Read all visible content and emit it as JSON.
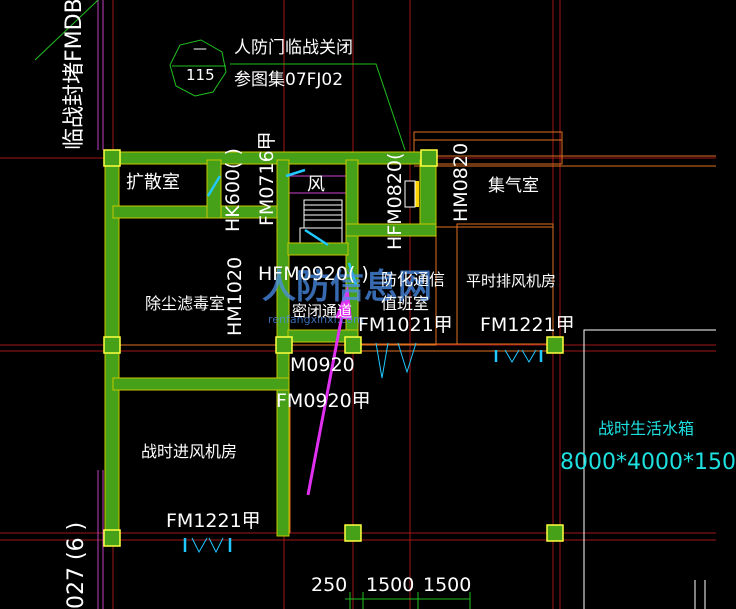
{
  "callout": {
    "hex_top": "—",
    "hex_bottom": "115",
    "line1": "人防门临战关闭",
    "line2": "参图集07FJ02"
  },
  "left_vertical": {
    "top": "临战封堵FMDB",
    "bottom": "027 (6 )"
  },
  "rooms": {
    "expansion": "扩散室",
    "wind": "风",
    "gas": "集气室",
    "decon": "除尘滤毒室",
    "comm_line1": "防化通信",
    "comm_line2": "值班室",
    "exhaust": "平时排风机房",
    "airlock": "密闭通道",
    "intake": "战时进风机房",
    "tank": "战时生活水箱"
  },
  "doors": {
    "hk600": "HK600(   )",
    "fm0716": "FM0716甲",
    "hfm0820": "HFM0820(",
    "hm0820": "HM0820",
    "hfm0920": "HFM0920(   )",
    "hm1020": "HM1020",
    "fm1021": "FM1021甲",
    "fm1221_right": "FM1221甲",
    "m0920": "M0920",
    "fm0920": "FM0920甲",
    "fm1221_bottom": "FM1221甲"
  },
  "tank_size": "8000*4000*150",
  "dims": [
    "250",
    "1500",
    "1500"
  ],
  "watermark": "人防信息网",
  "watermark_url": "renfangxinxi.com",
  "colors": {
    "wall": "#46a018",
    "wall_edge": "#c8c800",
    "outline": "#e07020",
    "grid": "#b01818",
    "leader": "#20c020",
    "door_symbol": "#20c8ff",
    "arrow": "#e030f0",
    "tank_text": "#1fe0e0"
  }
}
